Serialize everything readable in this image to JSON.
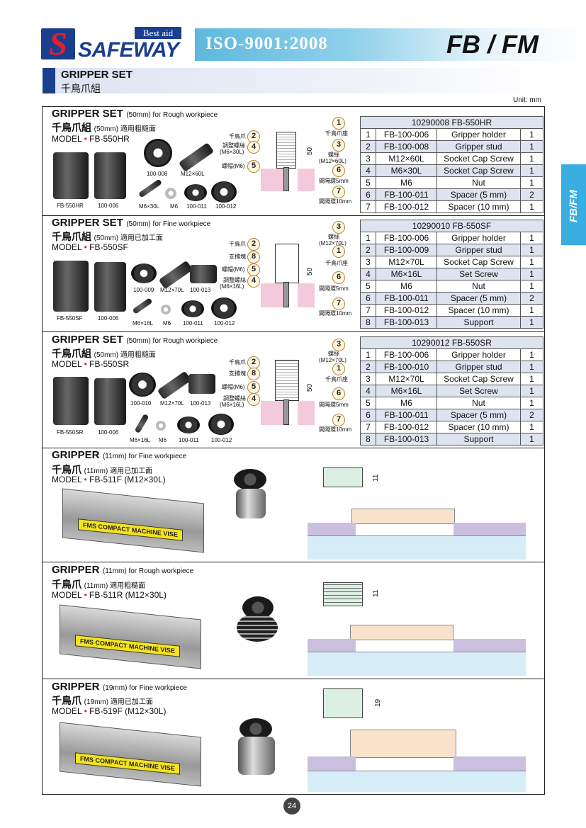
{
  "header": {
    "best_aid": "Best aid",
    "brand": "SAFEWAY",
    "iso": "ISO-9001:2008",
    "series": "FB / FM",
    "section_title": "GRIPPER SET",
    "section_sub": "千鳥爪組",
    "unit": "Unit: mm",
    "side_tab": "FB/FM",
    "page_number": "24"
  },
  "sets": [
    {
      "title": "GRIPPER SET",
      "size": "(50mm) for Rough workpiece",
      "cn": "千鳥爪組",
      "cn_note": "(50mm) 適用粗糙面",
      "model_label": "MODEL",
      "model": "FB-550HR",
      "part_labels": [
        "100-008",
        "M12×60L",
        "FB-550HR",
        "100-006",
        "M6×30L",
        "M6",
        "100-011",
        "100-012"
      ],
      "callouts": [
        "千鳥爪",
        "調整螺絲",
        "(M6×30L)",
        "螺帽(M6)",
        "千鳥爪座",
        "螺絲",
        "(M12×60L)",
        "間隔環5mm",
        "間隔環10mm"
      ],
      "circle_nums": [
        "1",
        "2",
        "3",
        "4",
        "5",
        "6",
        "7"
      ],
      "dim": "50",
      "table_title": "10290008   FB-550HR",
      "rows": [
        [
          "1",
          "FB-100-006",
          "Gripper holder",
          "1"
        ],
        [
          "2",
          "FB-100-008",
          "Gripper stud",
          "1"
        ],
        [
          "3",
          "M12×60L",
          "Socket Cap Screw",
          "1"
        ],
        [
          "4",
          "M6×30L",
          "Socket Cap Screw",
          "1"
        ],
        [
          "5",
          "M6",
          "Nut",
          "1"
        ],
        [
          "6",
          "FB-100-011",
          "Spacer (5 mm)",
          "2"
        ],
        [
          "7",
          "FB-100-012",
          "Spacer (10 mm)",
          "1"
        ]
      ]
    },
    {
      "title": "GRIPPER SET",
      "size": "(50mm) for Fine workpiece",
      "cn": "千鳥爪組",
      "cn_note": "(50mm) 適用已加工面",
      "model_label": "MODEL",
      "model": "FB-550SF",
      "part_labels": [
        "100-009",
        "M12×70L",
        "100-013",
        "FB-550SF",
        "100-006",
        "M6×16L",
        "M6",
        "100-011",
        "100-012"
      ],
      "callouts": [
        "千鳥爪",
        "支撐塊",
        "螺帽(M6)",
        "調整螺絲",
        "(M6×16L)",
        "螺絲",
        "(M12×70L)",
        "千鳥爪座",
        "間隔環5mm",
        "間隔環10mm"
      ],
      "circle_nums": [
        "1",
        "2",
        "3",
        "4",
        "5",
        "6",
        "7",
        "8"
      ],
      "dim": "50",
      "table_title": "10290010   FB-550SF",
      "rows": [
        [
          "1",
          "FB-100-006",
          "Gripper holder",
          "1"
        ],
        [
          "2",
          "FB-100-009",
          "Gripper stud",
          "1"
        ],
        [
          "3",
          "M12×70L",
          "Socket Cap Screw",
          "1"
        ],
        [
          "4",
          "M6×16L",
          "Set Screw",
          "1"
        ],
        [
          "5",
          "M6",
          "Nut",
          "1"
        ],
        [
          "6",
          "FB-100-011",
          "Spacer (5 mm)",
          "2"
        ],
        [
          "7",
          "FB-100-012",
          "Spacer (10 mm)",
          "1"
        ],
        [
          "8",
          "FB-100-013",
          "Support",
          "1"
        ]
      ]
    },
    {
      "title": "GRIPPER SET",
      "size": "(50mm) for Rough workpiece",
      "cn": "千鳥爪組",
      "cn_note": "(50mm) 適用粗糙面",
      "model_label": "MODEL",
      "model": "FB-550SR",
      "part_labels": [
        "100-010",
        "M12×70L",
        "100-013",
        "FB-550SR",
        "100-006",
        "M6×16L",
        "M6",
        "100-011",
        "100-012"
      ],
      "callouts": [
        "千鳥爪",
        "支撐塊",
        "螺帽(M6)",
        "調整螺絲",
        "(M6×16L)",
        "螺絲",
        "(M12×70L)",
        "千鳥爪座",
        "間隔環5mm",
        "間隔環10mm"
      ],
      "circle_nums": [
        "1",
        "2",
        "3",
        "4",
        "5",
        "6",
        "7",
        "8"
      ],
      "dim": "50",
      "table_title": "10290012   FB-550SR",
      "rows": [
        [
          "1",
          "FB-100-006",
          "Gripper holder",
          "1"
        ],
        [
          "2",
          "FB-100-010",
          "Gripper stud",
          "1"
        ],
        [
          "3",
          "M12×70L",
          "Socket Cap Screw",
          "1"
        ],
        [
          "4",
          "M6×16L",
          "Set Screw",
          "1"
        ],
        [
          "5",
          "M6",
          "Nut",
          "1"
        ],
        [
          "6",
          "FB-100-011",
          "Spacer (5 mm)",
          "2"
        ],
        [
          "7",
          "FB-100-012",
          "Spacer (10 mm)",
          "1"
        ],
        [
          "8",
          "FB-100-013",
          "Support",
          "1"
        ]
      ]
    }
  ],
  "grippers": [
    {
      "title": "GRIPPER",
      "size": "(11mm) for Fine workpiece",
      "cn": "千鳥爪",
      "cn_note": "(11mm) 適用已加工面",
      "model_label": "MODEL",
      "model": "FB-511F (M12×30L)",
      "dim": "11",
      "vise_label": "FMS COMPACT MACHINE VISE"
    },
    {
      "title": "GRIPPER",
      "size": "(11mm) for Rough workpiece",
      "cn": "千鳥爪",
      "cn_note": "(11mm) 適用粗糙面",
      "model_label": "MODEL",
      "model": "FB-511R (M12×30L)",
      "dim": "11",
      "vise_label": "FMS COMPACT MACHINE VISE"
    },
    {
      "title": "GRIPPER",
      "size": "(19mm) for Fine workpiece",
      "cn": "千鳥爪",
      "cn_note": "(19mm) 適用已加工面",
      "model_label": "MODEL",
      "model": "FB-519F (M12×30L)",
      "dim": "19",
      "vise_label": "FMS COMPACT MACHINE VISE"
    }
  ]
}
